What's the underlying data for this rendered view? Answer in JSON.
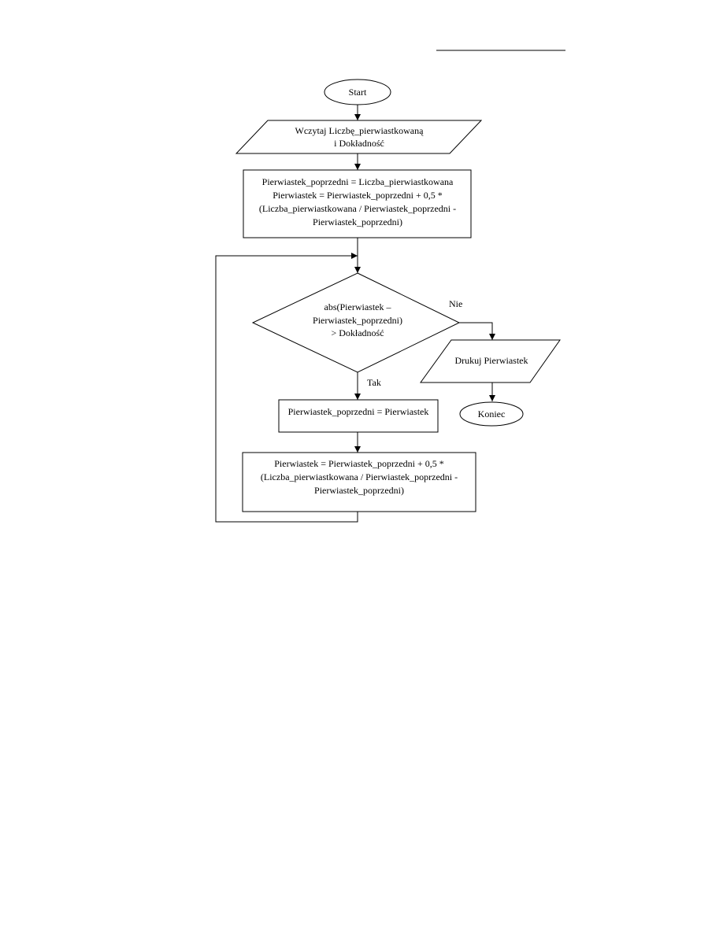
{
  "nodes": {
    "start": "Start",
    "input": [
      "Wczytaj Liczbę_pierwiastkowaną",
      "i Dokładność"
    ],
    "init": [
      "Pierwiastek_poprzedni = Liczba_pierwiastkowana",
      "Pierwiastek = Pierwiastek_poprzedni + 0,5 *",
      "(Liczba_pierwiastkowana / Pierwiastek_poprzedni -",
      "Pierwiastek_poprzedni)"
    ],
    "decision": [
      "abs(Pierwiastek –",
      "Pierwiastek_poprzedni)",
      "> Dokładność"
    ],
    "assign": "Pierwiastek_poprzedni = Pierwiastek",
    "update": [
      "Pierwiastek = Pierwiastek_poprzedni + 0,5 *",
      "(Liczba_pierwiastkowana / Pierwiastek_poprzedni -",
      "Pierwiastek_poprzedni)"
    ],
    "output": "Drukuj Pierwiastek",
    "end": "Koniec"
  },
  "edges": {
    "no_label": "Nie",
    "yes_label": "Tak"
  }
}
